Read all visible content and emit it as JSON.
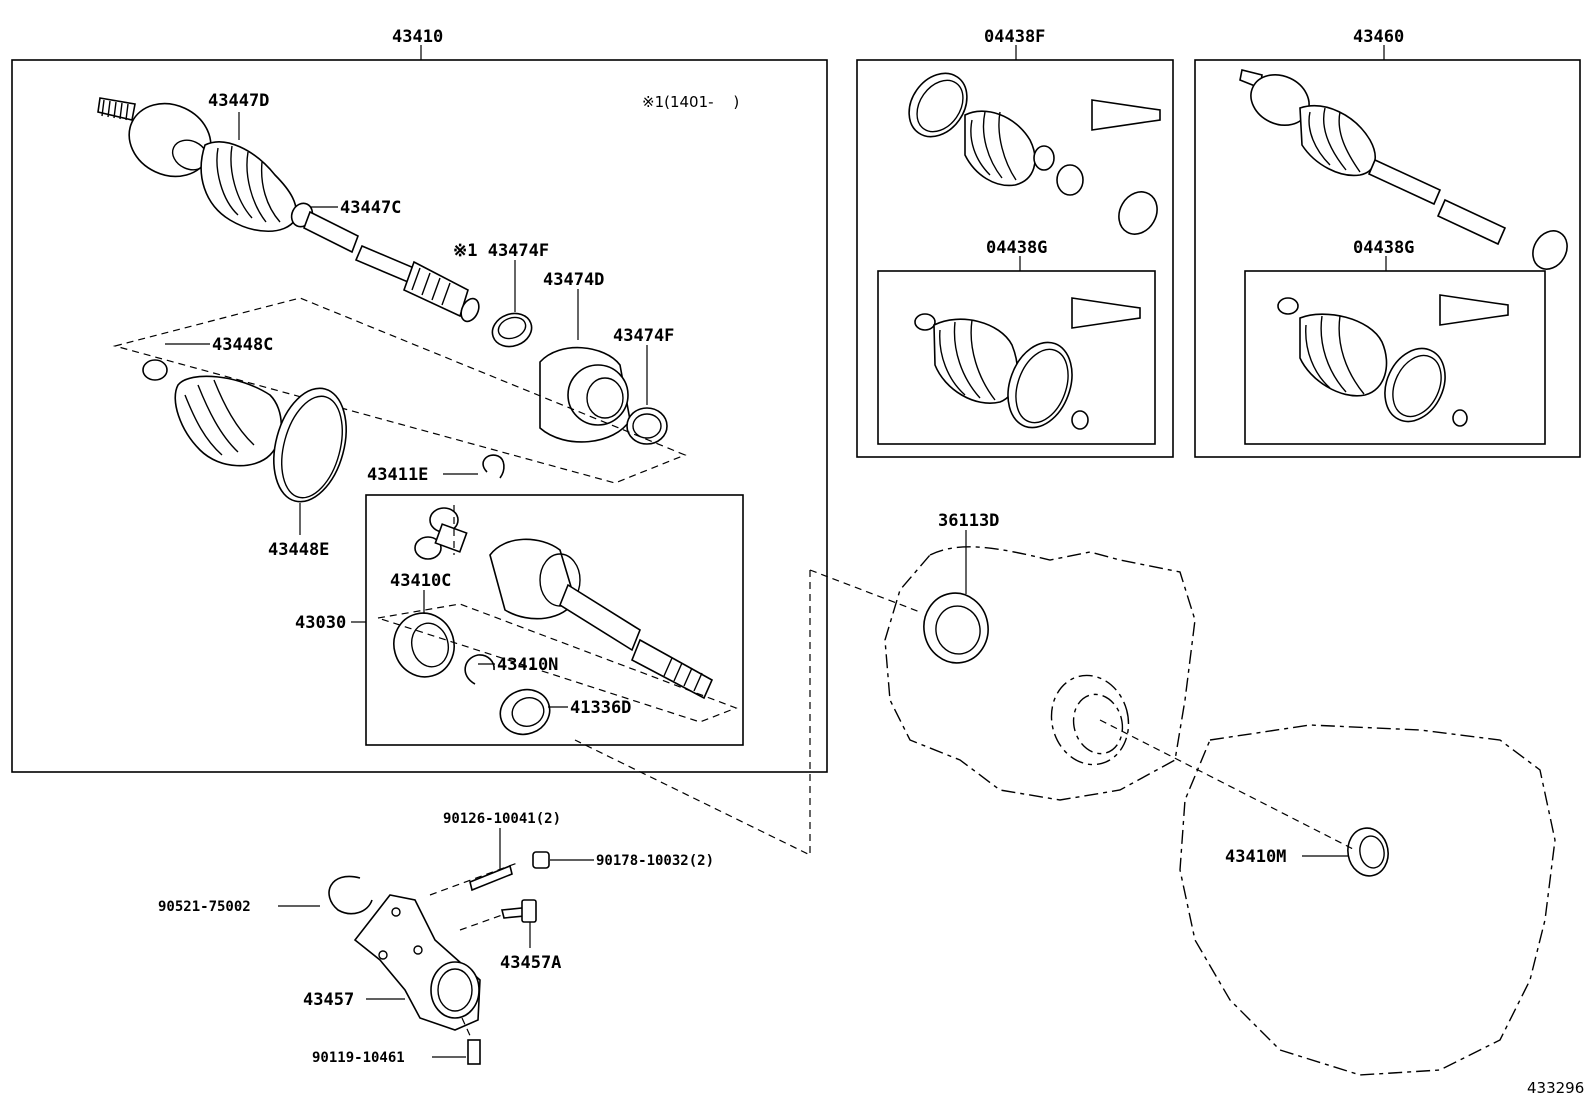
{
  "diagram": {
    "frame_labels": {
      "main_assembly": "43410",
      "boot_kit_outer": "04438F",
      "boot_kit_inner_left": "04438G",
      "right_assembly": "43460",
      "boot_kit_inner_right": "04438G"
    },
    "note": "※1(1401-　 )",
    "part_labels": {
      "p43447D": "43447D",
      "p43447C": "43447C",
      "p43474F_1": "※1 43474F",
      "p43474D": "43474D",
      "p43474F_2": "43474F",
      "p43448C": "43448C",
      "p43448E": "43448E",
      "p43411E": "43411E",
      "p43410C": "43410C",
      "p43030": "43030",
      "p43410N": "43410N",
      "p41336D": "41336D",
      "p36113D": "36113D",
      "p43410M": "43410M",
      "p90126": "90126-10041(2)",
      "p90178": "90178-10032(2)",
      "p90521": "90521-75002",
      "p43457A": "43457A",
      "p43457": "43457",
      "p90119": "90119-10461"
    },
    "illustration_id": "433296"
  }
}
